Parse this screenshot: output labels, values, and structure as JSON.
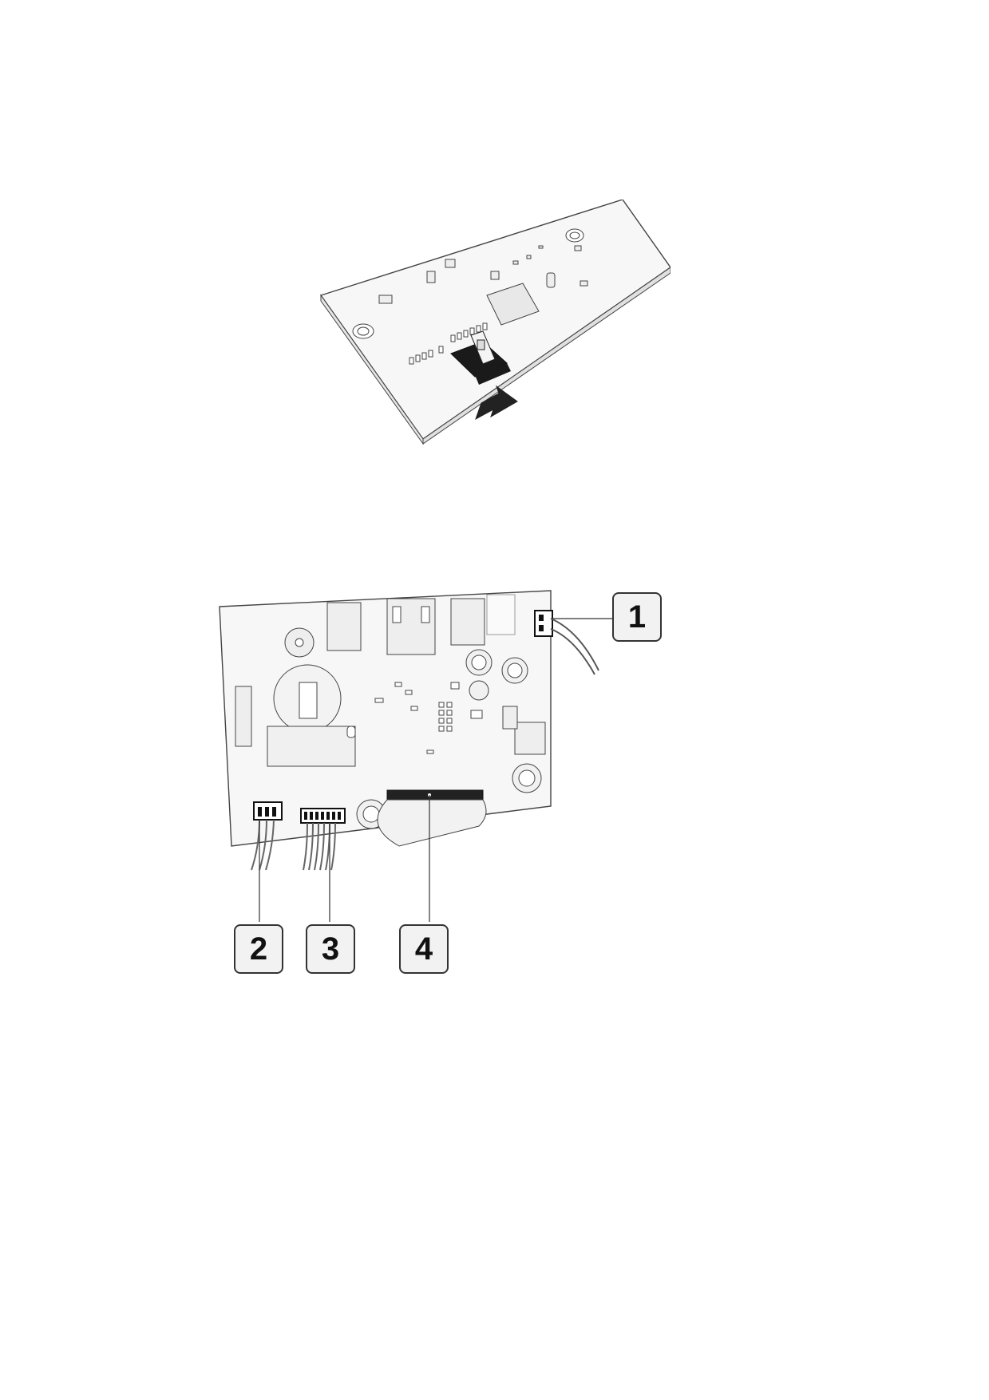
{
  "figure1": {
    "icons": [
      "circuit-board",
      "microsd-card",
      "removal-arrow"
    ]
  },
  "figure2": {
    "icons": [
      "circuit-board",
      "ribbon-cable",
      "wire-harness",
      "capacitor",
      "battery-holder"
    ],
    "callouts": [
      {
        "label": "1"
      },
      {
        "label": "2"
      },
      {
        "label": "3"
      },
      {
        "label": "4"
      }
    ]
  },
  "colors": {
    "line": "#333333",
    "fill": "#f4f4f4",
    "arrow": "#222222"
  }
}
